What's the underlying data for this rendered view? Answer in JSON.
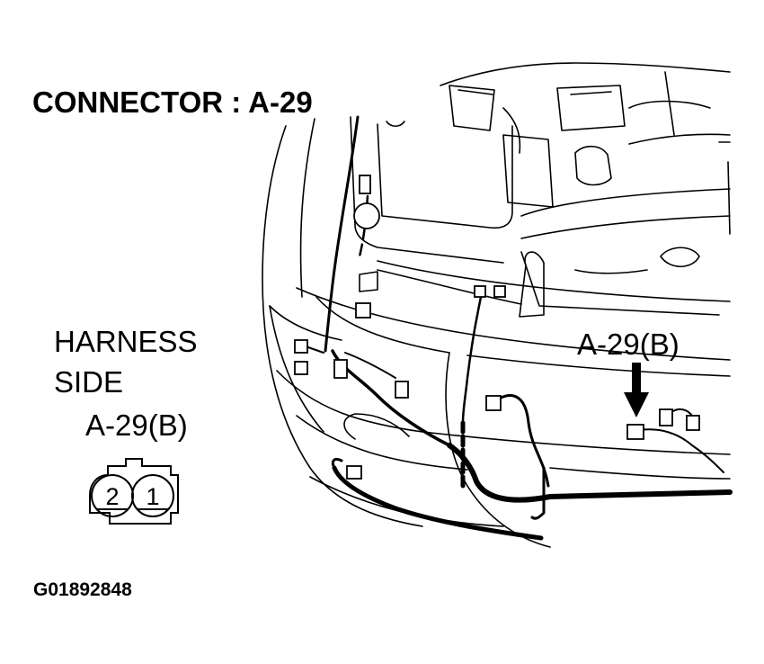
{
  "title": "CONNECTOR : A-29",
  "harness_side": {
    "line1": "HARNESS",
    "line2": "SIDE"
  },
  "connector_label": "A-29(B)",
  "pointer_label": "A-29(B)",
  "pins": {
    "left": "2",
    "right": "1"
  },
  "figure_id": "G01892848",
  "colors": {
    "line": "#000000",
    "background": "#ffffff"
  }
}
